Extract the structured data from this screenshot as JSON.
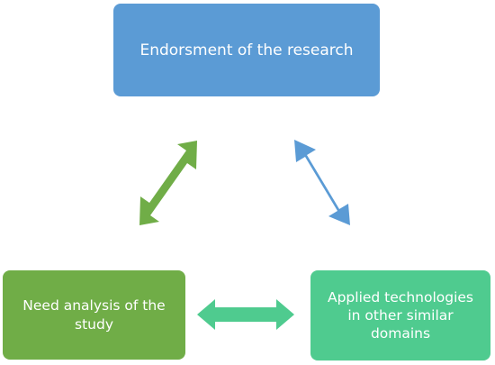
{
  "nodes": {
    "top": {
      "label": "Endorsment of the research",
      "color": "#5b9bd5"
    },
    "left": {
      "label": "Need analysis of the study",
      "color": "#70ad47"
    },
    "right": {
      "label": "Applied technologies in other similar domains",
      "color": "#4fcb8f"
    }
  },
  "edges": [
    {
      "from": "left",
      "to": "top",
      "type": "bidirectional",
      "color": "#70ad47"
    },
    {
      "from": "top",
      "to": "right",
      "type": "bidirectional",
      "color": "#5b9bd5"
    },
    {
      "from": "left",
      "to": "right",
      "type": "bidirectional",
      "color": "#4fcb8f"
    }
  ]
}
